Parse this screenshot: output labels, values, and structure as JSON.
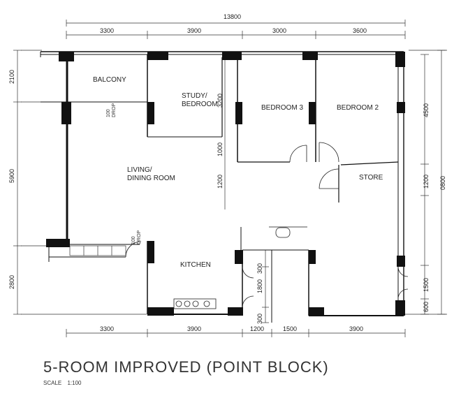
{
  "title": "5-ROOM IMPROVED (POINT BLOCK)",
  "scale_label": "SCALE",
  "scale_value": "1:100",
  "dimensions": {
    "top_total": "13800",
    "top_1": "3300",
    "top_2": "3900",
    "top_3": "3000",
    "top_4": "3600",
    "bottom_1": "3300",
    "bottom_2": "3900",
    "bottom_3": "1200",
    "bottom_4": "1500",
    "bottom_5": "3900",
    "left_1": "2100",
    "left_2": "5900",
    "left_3": "2800",
    "right_1": "4500",
    "right_2": "1200",
    "right_3": "1500",
    "right_4": "600",
    "right_total": "0800",
    "inner_study": "3200",
    "inner_1000": "1000",
    "inner_1200": "1200",
    "kitchen_300a": "300",
    "kitchen_1800": "1800",
    "kitchen_300b": "300"
  },
  "rooms": {
    "balcony": "BALCONY",
    "study_1": "STUDY/",
    "study_2": "BEDROOM",
    "bedroom3": "BEDROOM 3",
    "bedroom2": "BEDROOM 2",
    "living_1": "LIVING/",
    "living_2": "DINING ROOM",
    "store": "STORE",
    "kitchen": "KITCHEN"
  },
  "notes": {
    "drop_a1": "100",
    "drop_a2": "DROP",
    "drop_b1": "100",
    "drop_b2": "DROP"
  }
}
